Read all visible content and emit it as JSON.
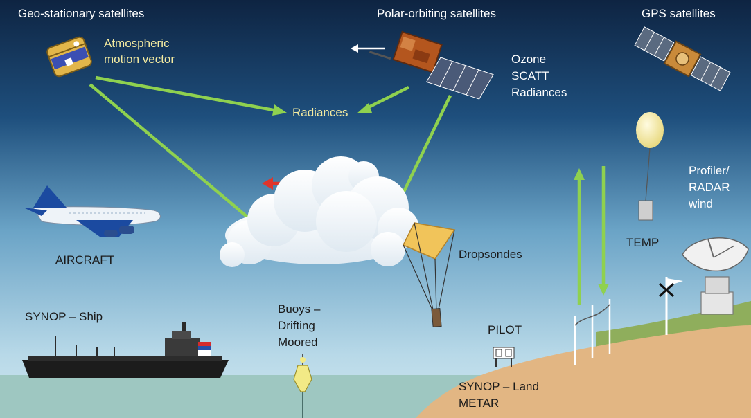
{
  "labels": {
    "geostationary": "Geo-stationary satellites",
    "polar": "Polar-orbiting satellites",
    "gps": "GPS satellites",
    "amv_line1": "Atmospheric",
    "amv_line2": "motion vector",
    "radiances": "Radiances",
    "polar_obs_line1": "Ozone",
    "polar_obs_line2": "SCATT",
    "polar_obs_line3": "Radiances",
    "profiler_line1": "Profiler/",
    "profiler_line2": "RADAR",
    "profiler_line3": "wind",
    "temp": "TEMP",
    "aircraft": "AIRCRAFT",
    "dropsondes": "Dropsondes",
    "synop_ship": "SYNOP – Ship",
    "buoys_line1": "Buoys –",
    "buoys_line2": "Drifting",
    "buoys_line3": "Moored",
    "pilot": "PILOT",
    "synop_land_line1": "SYNOP – Land",
    "synop_land_line2": "METAR"
  },
  "colors": {
    "sky_top": "#0e2442",
    "sky_bottom": "#c9e2ee",
    "green_arrow": "#8fd14f",
    "red_arrow": "#e0342a",
    "land": "#e2b683",
    "sea": "#9ec7c1",
    "label_yellow": "#f3eaa0"
  }
}
